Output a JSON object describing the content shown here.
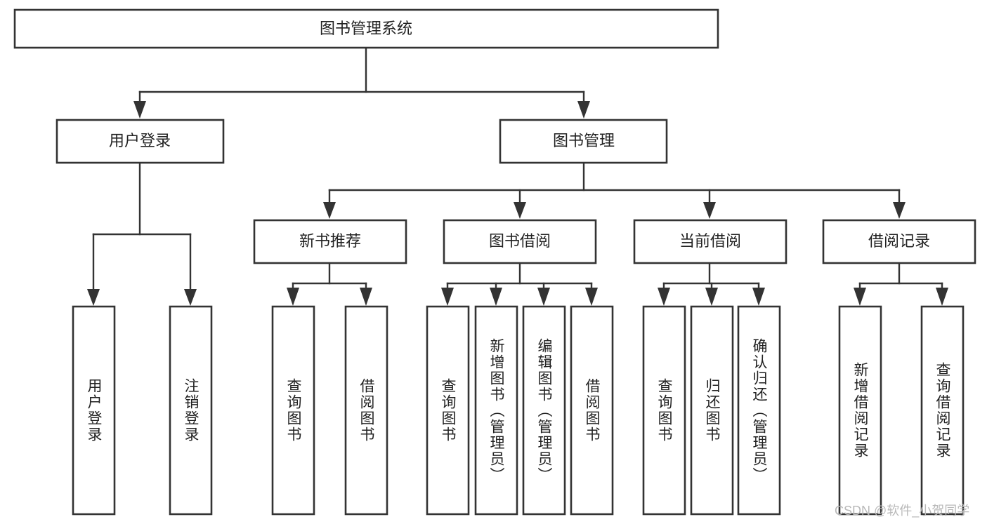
{
  "diagram": {
    "type": "tree-hierarchy",
    "title": "图书管理系统",
    "watermark": "CSDN @软件_小贺同学",
    "colors": {
      "box_stroke": "#333333",
      "box_fill": "#ffffff",
      "text": "#222222",
      "background": "#ffffff",
      "watermark": "#b9b9b9"
    },
    "root": {
      "id": "root",
      "label": "图书管理系统"
    },
    "level2": [
      {
        "id": "user-login",
        "label": "用户登录"
      },
      {
        "id": "book-manage",
        "label": "图书管理"
      }
    ],
    "level3": [
      {
        "id": "new-book-recommend",
        "label": "新书推荐",
        "parent": "book-manage"
      },
      {
        "id": "book-borrow",
        "label": "图书借阅",
        "parent": "book-manage"
      },
      {
        "id": "current-borrow",
        "label": "当前借阅",
        "parent": "book-manage"
      },
      {
        "id": "borrow-record",
        "label": "借阅记录",
        "parent": "book-manage"
      }
    ],
    "leaves": {
      "user-login": [
        {
          "id": "leaf-user-login",
          "label": "用户登录"
        },
        {
          "id": "leaf-logout",
          "label": "注销登录"
        }
      ],
      "new-book-recommend": [
        {
          "id": "leaf-query-book-1",
          "label": "查询图书"
        },
        {
          "id": "leaf-borrow-book-1",
          "label": "借阅图书"
        }
      ],
      "book-borrow": [
        {
          "id": "leaf-query-book-2",
          "label": "查询图书"
        },
        {
          "id": "leaf-add-book",
          "label": "新增图书（管理员）"
        },
        {
          "id": "leaf-edit-book",
          "label": "编辑图书（管理员）"
        },
        {
          "id": "leaf-borrow-book-2",
          "label": "借阅图书"
        }
      ],
      "current-borrow": [
        {
          "id": "leaf-query-book-3",
          "label": "查询图书"
        },
        {
          "id": "leaf-return-book",
          "label": "归还图书"
        },
        {
          "id": "leaf-confirm-return",
          "label": "确认归还（管理员）"
        }
      ],
      "borrow-record": [
        {
          "id": "leaf-add-record",
          "label": "新增借阅记录"
        },
        {
          "id": "leaf-query-record",
          "label": "查询借阅记录"
        }
      ]
    }
  }
}
